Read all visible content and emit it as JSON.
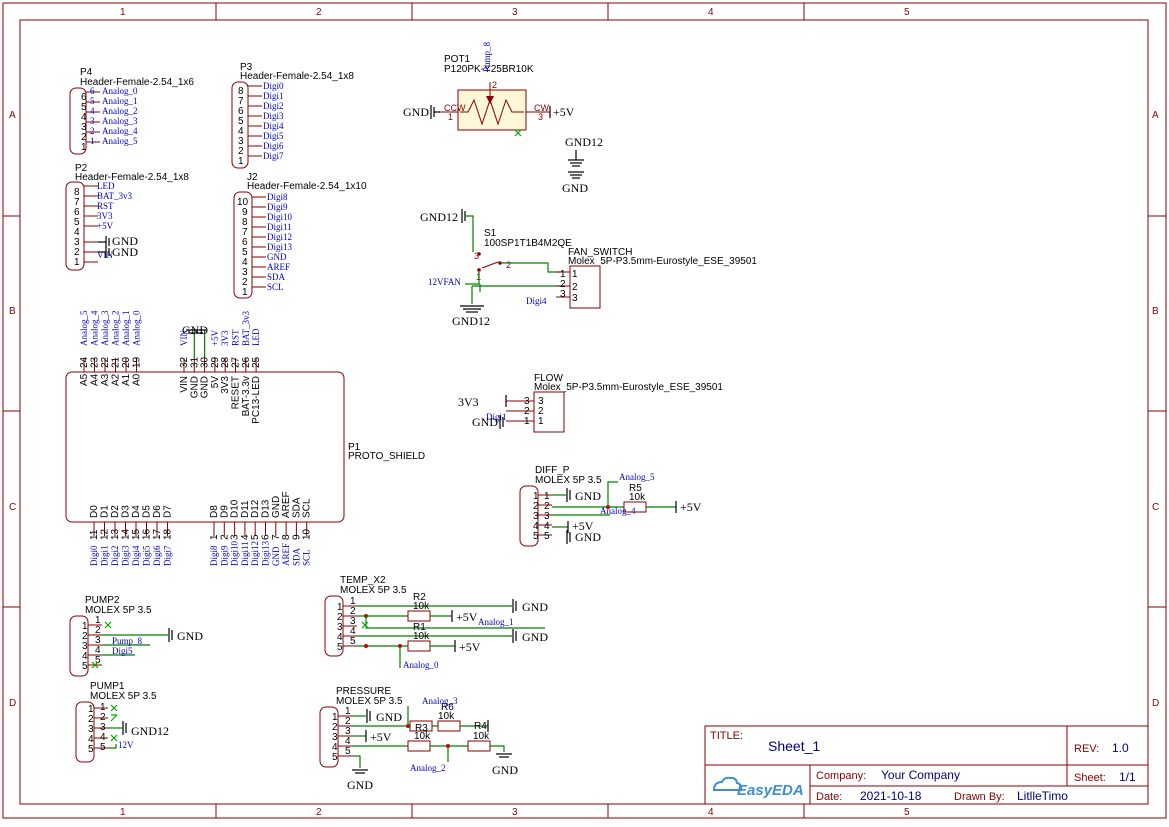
{
  "grid": {
    "cols": [
      "1",
      "2",
      "3",
      "4",
      "5"
    ],
    "rows": [
      "A",
      "B",
      "C",
      "D"
    ]
  },
  "title_block": {
    "title_label": "TITLE:",
    "title": "Sheet_1",
    "rev_label": "REV:",
    "rev": "1.0",
    "company_label": "Company:",
    "company": "Your Company",
    "sheet_label": "Sheet:",
    "sheet": "1/1",
    "date_label": "Date:",
    "date": "2021-10-18",
    "drawn_label": "Drawn By:",
    "drawn": "LitlleTimo",
    "logo": "EasyEDA"
  },
  "parts": {
    "p4": {
      "ref": "P4",
      "val": "Header-Female-2.54_1x6"
    },
    "p3": {
      "ref": "P3",
      "val": "Header-Female-2.54_1x8"
    },
    "p2": {
      "ref": "P2",
      "val": "Header-Female-2.54_1x8"
    },
    "j2": {
      "ref": "J2",
      "val": "Header-Female-2.54_1x10"
    },
    "pot1": {
      "ref": "POT1",
      "val": "P120PK-Y25BR10K",
      "ccw": "CCW",
      "cw": "CW"
    },
    "s1": {
      "ref": "S1",
      "val": "100SP1T1B4M2QE"
    },
    "fan": {
      "ref": "FAN_SWITCH",
      "val": "Molex_5P-P3.5mm-Eurostyle_ESE_39501"
    },
    "flow": {
      "ref": "FLOW",
      "val": "Molex_5P-P3.5mm-Eurostyle_ESE_39501"
    },
    "p1": {
      "ref": "P1",
      "val": "PROTO_SHIELD"
    },
    "diff": {
      "ref": "DIFF_P",
      "val": "MOLEX 5P 3.5"
    },
    "temp": {
      "ref": "TEMP_X2",
      "val": "MOLEX 5P 3.5"
    },
    "pump2": {
      "ref": "PUMP2",
      "val": "MOLEX 5P 3.5"
    },
    "pump1": {
      "ref": "PUMP1",
      "val": "MOLEX 5P 3.5"
    },
    "pressure": {
      "ref": "PRESSURE",
      "val": "MOLEX 5P 3.5"
    },
    "r1": {
      "ref": "R1",
      "val": "10k"
    },
    "r2": {
      "ref": "R2",
      "val": "10k"
    },
    "r5": {
      "ref": "R5",
      "val": "10k"
    },
    "r6": {
      "ref": "R6",
      "val": "10k"
    },
    "r3": {
      "ref": "R3",
      "val": "10k"
    },
    "r4": {
      "ref": "R4",
      "val": "10k"
    }
  },
  "power": {
    "gnd": "GND",
    "gnd12": "GND12",
    "p5v": "+5V",
    "p3v3": "3V3",
    "v12": "12VFAN",
    "v12b": "12V"
  },
  "nets": {
    "a0": "Analog_0",
    "a1": "Analog_1",
    "a2": "Analog_2",
    "a3": "Analog_3",
    "a4": "Analog_4",
    "a5": "Analog_5",
    "d0": "Digi0",
    "d1": "Digi1",
    "d2": "Digi2",
    "d3": "Digi3",
    "d4": "Digi4",
    "d5": "Digi5",
    "d6": "Digi6",
    "d7": "Digi7",
    "d8": "Digi8",
    "d9": "Digi9",
    "d10": "Digi10",
    "d11": "Digi11",
    "d12": "Digi12",
    "d13": "Digi13",
    "led": "LED",
    "bat": "BAT_3v3",
    "rst": "RST",
    "v3v3": "3V3",
    "v5": "+5V",
    "vin": "VIN",
    "gnd": "GND",
    "aref": "AREF",
    "sda": "SDA",
    "scl": "SCL",
    "pump8": "Pump_8"
  },
  "p1_pins": {
    "top_left": [
      "A5",
      "A4",
      "A3",
      "A2",
      "A1",
      "A0"
    ],
    "top_right": [
      "VIN",
      "GND",
      "GND",
      "5V",
      "3V3",
      "RESET",
      "BAT-3.3v",
      "PC13-LED"
    ],
    "bottom_left": [
      "D0",
      "D1",
      "D2",
      "D3",
      "D4",
      "D5",
      "D6",
      "D7"
    ],
    "bottom_right": [
      "D8",
      "D9",
      "D10",
      "D11",
      "D12",
      "D13",
      "GND",
      "AREF",
      "SDA",
      "SCL"
    ]
  }
}
